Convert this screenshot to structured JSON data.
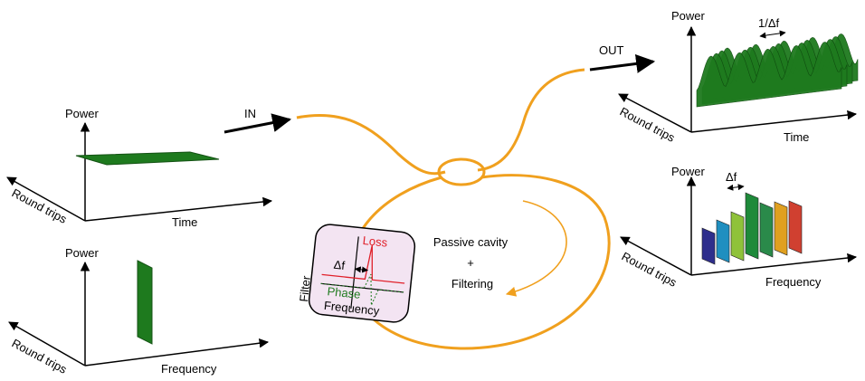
{
  "in_label": "IN",
  "out_label": "OUT",
  "input_time_plot": {
    "y_label": "Power",
    "x_label": "Time",
    "depth_label": "Round trips"
  },
  "input_freq_plot": {
    "y_label": "Power",
    "x_label": "Frequency",
    "depth_label": "Round trips"
  },
  "output_time_plot": {
    "y_label": "Power",
    "x_label": "Time",
    "depth_label": "Round trips",
    "period_label": "1/Δf"
  },
  "output_freq_plot": {
    "y_label": "Power",
    "x_label": "Frequency",
    "depth_label": "Round trips",
    "spacing_label": "Δf"
  },
  "cavity": {
    "line1": "Passive cavity",
    "plus": "+",
    "line2": "Filtering"
  },
  "filter_box": {
    "side_label": "Filter",
    "loss_label": "Loss",
    "phase_label": "Phase",
    "freq_label": "Frequency",
    "delta_label": "Δf"
  },
  "colors": {
    "fiber": "#f0a01e",
    "green": "#1e7a1e",
    "loss": "#e0202a",
    "phase": "#1e7a1e",
    "filter_bg": "#f3e4f2",
    "comb": [
      "#2e2e8c",
      "#1f8fc0",
      "#8fc23a",
      "#1e8a3a",
      "#2a8a4a",
      "#e0a020",
      "#d04030"
    ]
  }
}
